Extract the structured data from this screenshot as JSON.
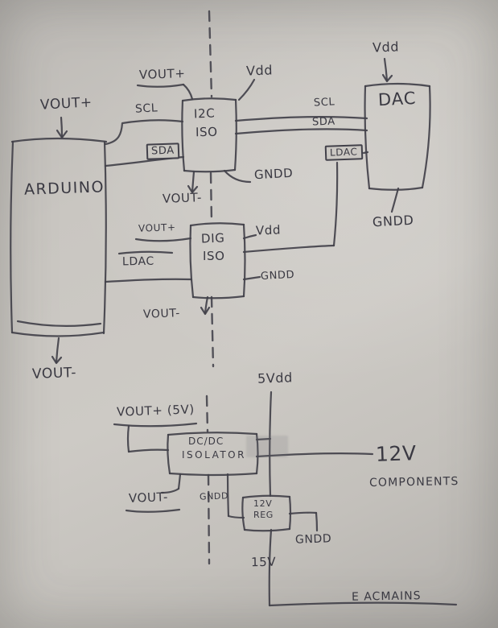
{
  "meta": {
    "content_type": "hand-drawn isolated DAC circuit schematic on paper",
    "paper_color": "#c9c6c1",
    "ink_color": "#42414a"
  },
  "blocks": {
    "arduino": {
      "label": "ARDUINO"
    },
    "i2c_iso": {
      "line1": "I2C",
      "line2": "ISO"
    },
    "dac": {
      "label": "DAC"
    },
    "dig_iso": {
      "line1": "DIG",
      "line2": "ISO"
    },
    "dcdc_isolator": {
      "line1": "DC/DC",
      "line2": "ISOLATOR"
    },
    "reg": {
      "line1": "12V",
      "line2": "REG"
    }
  },
  "labels": {
    "arduino_vout_plus": "VOUT+",
    "arduino_vout_minus": "VOUT-",
    "i2c_vout_plus": "VOUT+",
    "i2c_vdd": "Vdd",
    "i2c_scl": "SCL",
    "i2c_sda": "SDA",
    "i2c_gndd": "GNDD",
    "i2c_vout_minus": "VOUT-",
    "dac_scl": "SCL",
    "dac_sda": "SDA",
    "dac_ldac": "LDAC",
    "dac_vdd": "Vdd",
    "dac_gndd": "GNDD",
    "dig_vout_plus": "VOUT+",
    "dig_vdd": "Vdd",
    "dig_ldac": "LDAC",
    "dig_gndd": "GNDD",
    "dig_vout_minus": "VOUT-",
    "rail_5vdd": "5Vdd",
    "dcdc_vout_plus": "VOUT+ (5V)",
    "rail_12v": "12V",
    "rail_12v_sub": "COMPONENTS",
    "dcdc_vout_minus": "VOUT-",
    "dcdc_gndd": "GNDD",
    "reg_gndd": "GNDD",
    "rail_15v": "15V",
    "ac_mains": "E ACMAINS"
  }
}
